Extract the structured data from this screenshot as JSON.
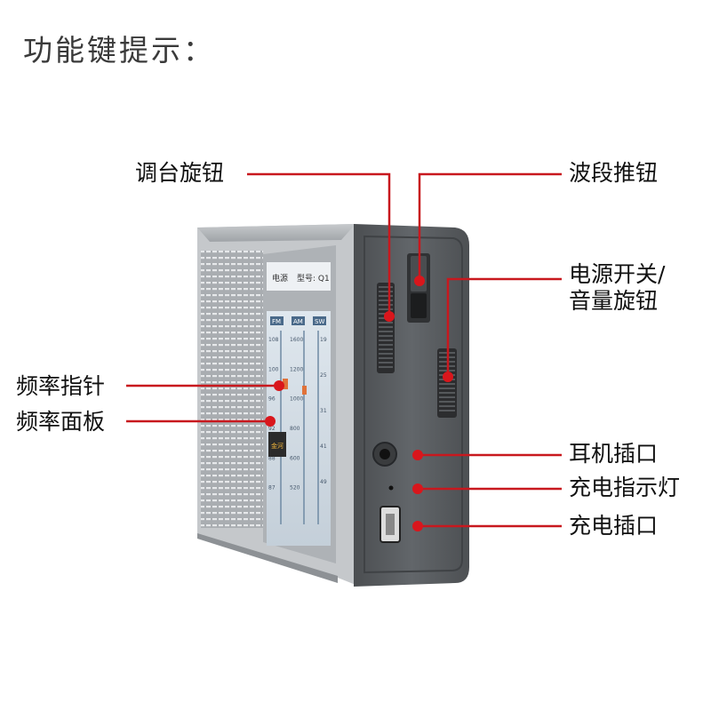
{
  "title": "功能键提示：",
  "callouts": {
    "tuning_knob": "调台旋钮",
    "band_switch": "波段推钮",
    "power_volume_line1": "电源开关/",
    "power_volume_line2": "音量旋钮",
    "frequency_pointer": "频率指针",
    "frequency_panel": "频率面板",
    "headphone_jack": "耳机插口",
    "charge_indicator": "充电指示灯",
    "charge_port": "充电插口"
  },
  "device": {
    "panel_header_left": "电源",
    "panel_header_right": "型号: Q1",
    "band_labels": [
      "FM",
      "AM",
      "SW"
    ],
    "fm_scale": [
      "108",
      "100",
      "96",
      "92",
      "88",
      "87"
    ],
    "am_scale": [
      "1600",
      "1200",
      "1000",
      "800",
      "600",
      "520"
    ],
    "sw_scale": [
      "19",
      "25",
      "31",
      "41",
      "49"
    ],
    "brand": "金河"
  },
  "colors": {
    "callout_line": "#c8181e",
    "callout_dot": "#d9161c",
    "body_face": "#5a5d60",
    "body_top": "#b9bcbf"
  }
}
